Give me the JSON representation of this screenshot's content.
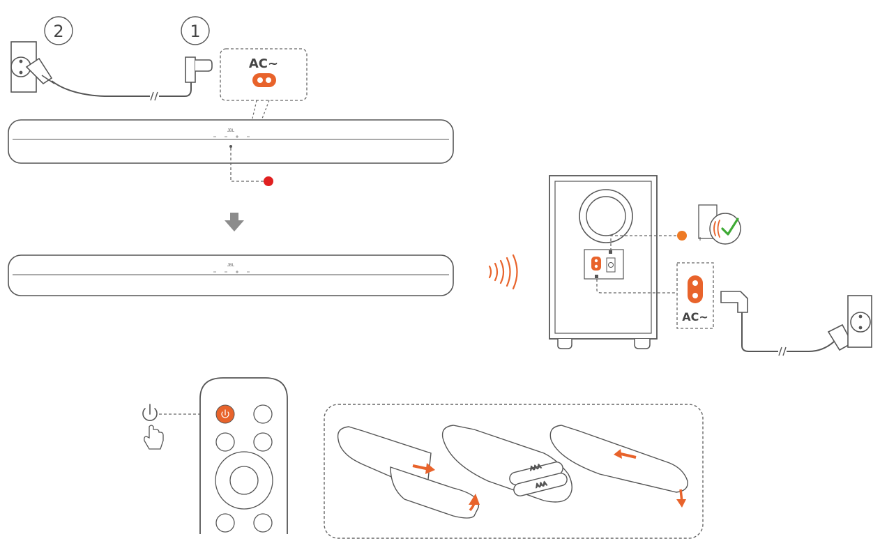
{
  "step_numbers": {
    "wall_plug": "2",
    "device_plug": "1"
  },
  "ac_labels": {
    "soundbar": "AC~",
    "subwoofer": "AC~"
  },
  "soundbar": {
    "brand": "JBL"
  },
  "battery": {
    "text1": "AAA",
    "text2": "AAA"
  },
  "colors": {
    "line": "#555555",
    "accent_orange": "#e8632b",
    "led_red": "#e02020",
    "led_orange": "#ee7a24",
    "check_green": "#3faa35",
    "arrow_gray": "#8c8c8c"
  },
  "icons": [
    "power-icon",
    "hand-pointer-icon",
    "down-arrow-icon",
    "wireless-signal-icon",
    "checkmark-icon"
  ]
}
